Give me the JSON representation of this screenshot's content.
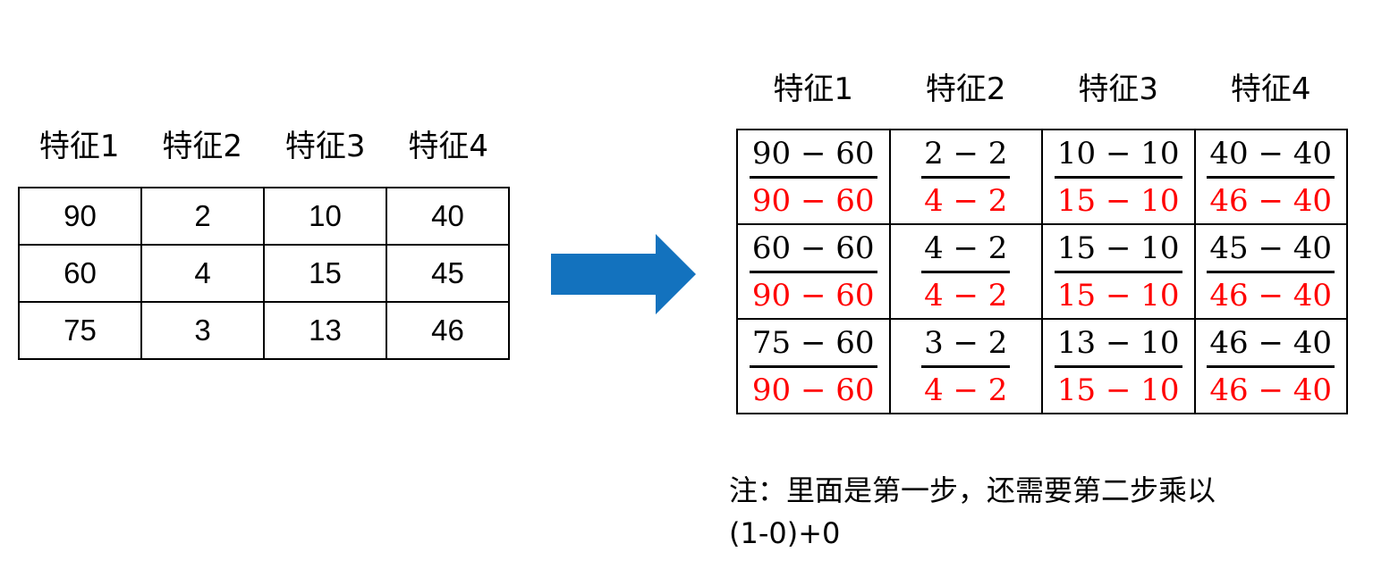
{
  "left_table": {
    "headers": [
      "特征1",
      "特征2",
      "特征3",
      "特征4"
    ],
    "rows": [
      [
        "90",
        "2",
        "10",
        "40"
      ],
      [
        "60",
        "4",
        "15",
        "45"
      ],
      [
        "75",
        "3",
        "13",
        "46"
      ]
    ]
  },
  "arrow": {
    "color": "#1372BE",
    "icon": "arrow-right-icon"
  },
  "right_table": {
    "headers": [
      "特征1",
      "特征2",
      "特征3",
      "特征4"
    ],
    "rows": [
      [
        {
          "num": "90 − 60",
          "den": "90 − 60"
        },
        {
          "num": "2 − 2",
          "den": "4 − 2"
        },
        {
          "num": "10 − 10",
          "den": "15 − 10"
        },
        {
          "num": "40 − 40",
          "den": "46 − 40"
        }
      ],
      [
        {
          "num": "60 − 60",
          "den": "90 − 60"
        },
        {
          "num": "4 − 2",
          "den": "4 − 2"
        },
        {
          "num": "15 − 10",
          "den": "15 − 10"
        },
        {
          "num": "45 − 40",
          "den": "46 − 40"
        }
      ],
      [
        {
          "num": "75 − 60",
          "den": "90 − 60"
        },
        {
          "num": "3 − 2",
          "den": "4 − 2"
        },
        {
          "num": "13 − 10",
          "den": "15 − 10"
        },
        {
          "num": "46 − 40",
          "den": "46 − 40"
        }
      ]
    ],
    "denominator_color": "#FF0000"
  },
  "note": {
    "line1": "注：里面是第一步，还需要第二步乘以",
    "line2": "(1-0)+0"
  }
}
